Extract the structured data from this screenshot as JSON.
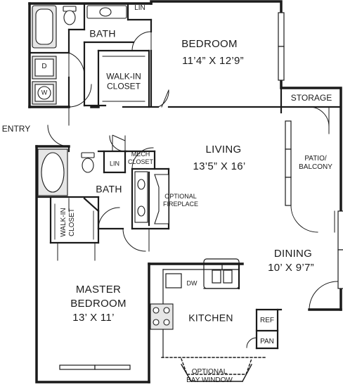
{
  "rooms": {
    "bath_top": "BATH",
    "lin_top": "LIN",
    "bedroom": {
      "name": "BEDROOM",
      "dims": "11’4” X 12’9”"
    },
    "walkin_top": [
      "WALK-IN",
      "CLOSET"
    ],
    "storage": "STORAGE",
    "entry": "ENTRY",
    "living": {
      "name": "LIVING",
      "dims": "13’5” X 16’"
    },
    "patio": [
      "PATIO/",
      "BALCONY"
    ],
    "lin_mid": "LIN",
    "mech": [
      "MECH",
      "CLOSET"
    ],
    "bath_master": "BATH",
    "fireplace": [
      "OPTIONAL",
      "FIREPLACE"
    ],
    "walkin_master": [
      "WALK-IN",
      "CLOSET"
    ],
    "dining": {
      "name": "DINING",
      "dims": "10’ X 9’7”"
    },
    "master": {
      "name_line1": "MASTER",
      "name_line2": "BEDROOM",
      "dims": "13’ X 11’"
    },
    "kitchen": "KITCHEN",
    "dw": "DW",
    "ref": "REF",
    "pan": "PAN",
    "bay": [
      "OPTIONAL",
      "BAY WINDOW"
    ]
  },
  "fixtures": {
    "dryer": "D",
    "washer": "W"
  },
  "colors": {
    "wall": "#1a1a1a",
    "fixture_fill": "#e6e6e6",
    "background": "#ffffff"
  }
}
